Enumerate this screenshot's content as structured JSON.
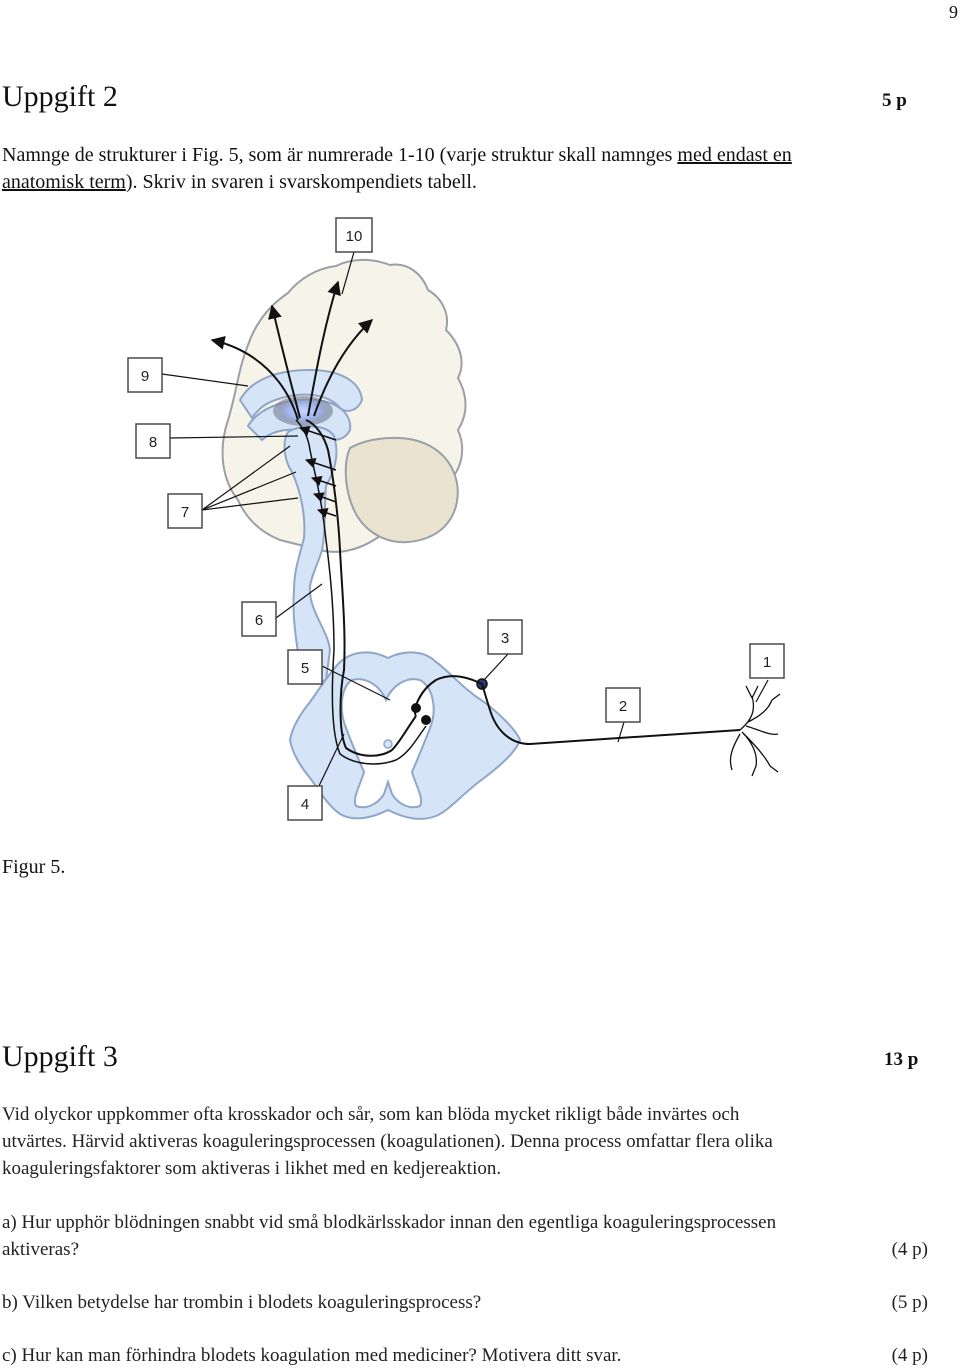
{
  "page": {
    "number": "9"
  },
  "task2": {
    "title": "Uppgift 2",
    "points": "5 p",
    "text_before": "Namnge de strukturer i Fig. 5, som är numrerade 1-10 (varje struktur skall namnges ",
    "text_underlined_1": "med endast en",
    "text_underlined_2": "anatomisk term",
    "text_after": "). Skriv in svaren i svarskompendiets tabell.",
    "figure": {
      "labels": [
        "10",
        "9",
        "8",
        "7",
        "6",
        "5",
        "4",
        "3",
        "2",
        "1"
      ],
      "caption": "Figur 5."
    }
  },
  "task3": {
    "title": "Uppgift 3",
    "points": "13 p",
    "intro_lines": [
      "Vid olyckor uppkommer ofta krosskador och sår, som kan blöda mycket rikligt både invärtes och",
      "utvärtes. Härvid aktiveras koaguleringsprocessen (koagulationen). Denna process omfattar flera olika",
      "koaguleringsfaktorer som aktiveras i likhet med en kedjereaktion."
    ],
    "questions": [
      {
        "line1": "a) Hur upphör blödningen snabbt vid små blodkärlsskador innan den egentliga koaguleringsprocessen",
        "line2": "aktiveras?",
        "points": "(4 p)"
      },
      {
        "line1": "b) Vilken betydelse har trombin i blodets koaguleringsprocess?",
        "points": "(5 p)"
      },
      {
        "line1": "c) Hur kan man förhindra blodets koagulation med mediciner? Motivera ditt svar.",
        "points": "(4 p)"
      }
    ]
  }
}
